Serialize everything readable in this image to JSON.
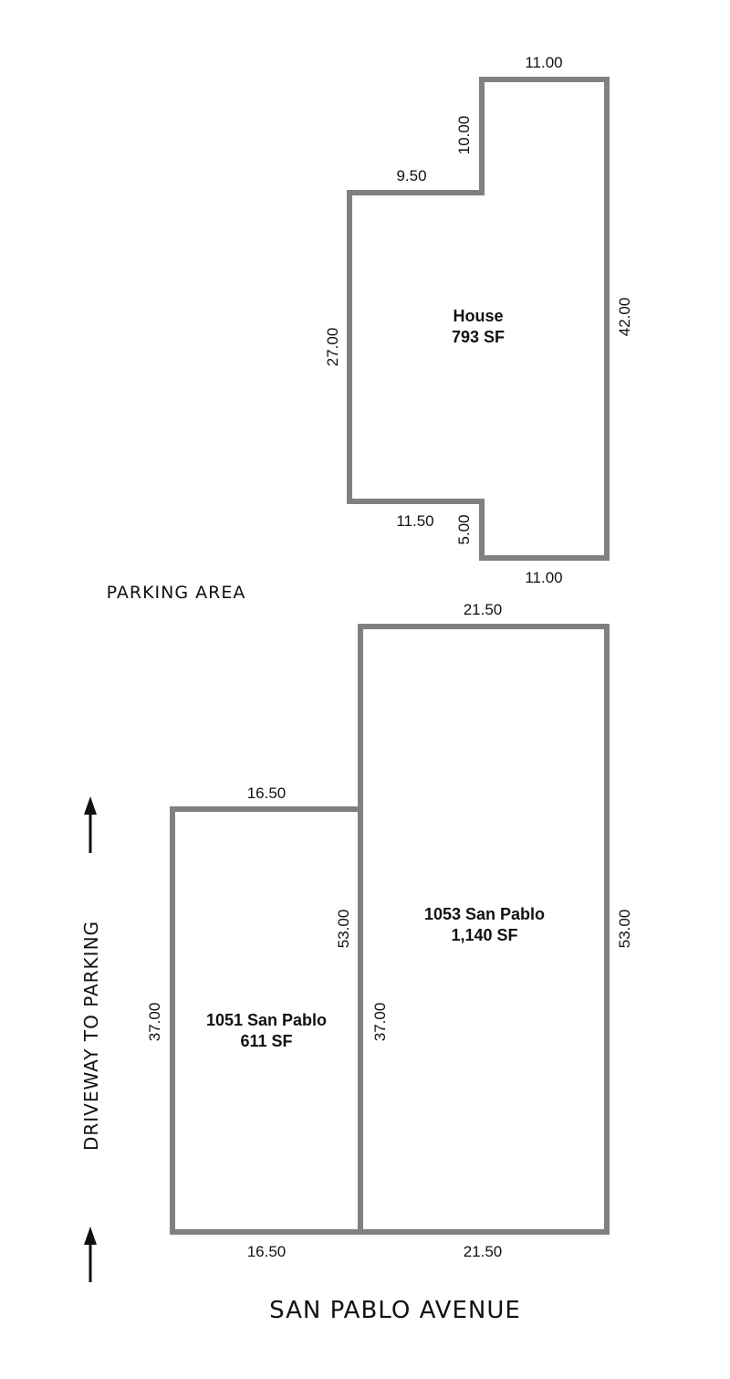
{
  "house": {
    "name": "House",
    "area": "793 SF",
    "dims": {
      "top": "11.00",
      "upper_step_height": "10.00",
      "upper_step_width": "9.50",
      "left": "27.00",
      "right": "42.00",
      "lower_step_width": "11.50",
      "lower_step_height": "5.00",
      "bottom": "11.00"
    }
  },
  "unit_1051": {
    "name": "1051 San Pablo",
    "area": "611 SF",
    "dims": {
      "top": "16.50",
      "left": "37.00",
      "right_upper": "53.00",
      "bottom": "16.50"
    }
  },
  "unit_1053": {
    "name": "1053 San Pablo",
    "area": "1,140 SF",
    "dims": {
      "top": "21.50",
      "left": "37.00",
      "right": "53.00",
      "bottom": "21.50"
    }
  },
  "labels": {
    "parking_area": "PARKING AREA",
    "driveway": "DRIVEWAY TO PARKING",
    "street": "SAN PABLO AVENUE"
  },
  "colors": {
    "outline": "#808080",
    "text": "#111111"
  },
  "icons": [
    "up-arrow-icon",
    "up-arrow-icon"
  ]
}
